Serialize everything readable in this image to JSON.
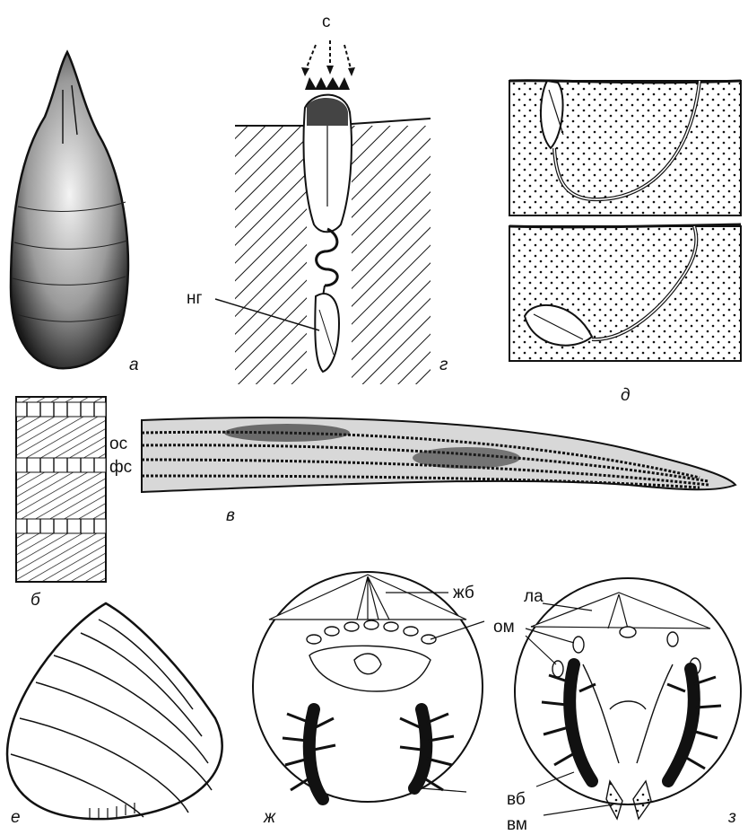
{
  "panels": {
    "a": "а",
    "b": "б",
    "v": "в",
    "g": "г",
    "d": "д",
    "e": "е",
    "zh": "ж",
    "z": "з"
  },
  "labels": {
    "s": "с",
    "ng": "нг",
    "os": "ос",
    "fs": "фс",
    "zhb": "жб",
    "la": "ла",
    "om": "ом",
    "vb": "вб",
    "vm": "вм"
  },
  "colors": {
    "ink": "#111111",
    "paper": "#ffffff"
  }
}
